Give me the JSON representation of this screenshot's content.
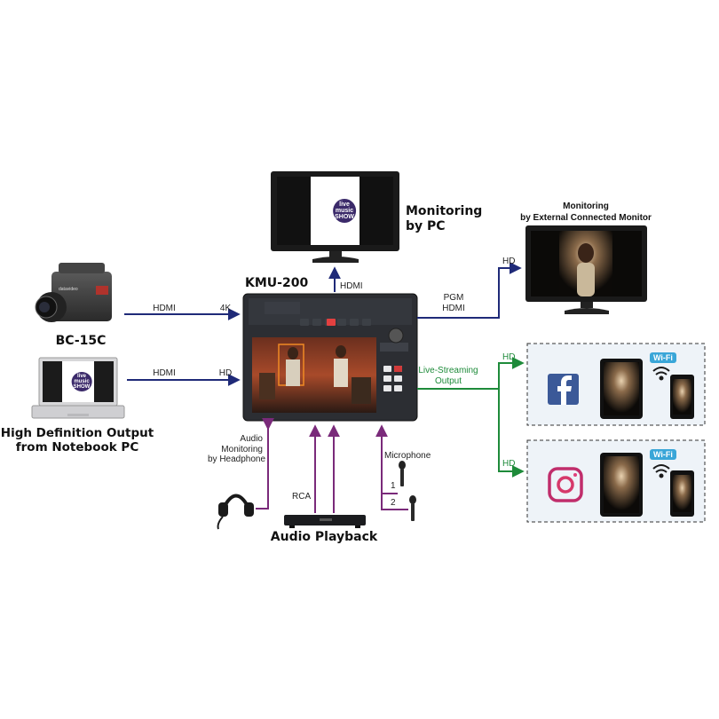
{
  "devices": {
    "main_switcher": "KMU-200",
    "camera": "BC-15C",
    "notebook": "High Definition Output\nfrom Notebook PC",
    "pc_monitor": "Monitoring\nby PC",
    "ext_monitor": "Monitoring\nby External Connected Monitor",
    "audio_playback": "Audio Playback"
  },
  "connections": {
    "camera_hdmi": "HDMI",
    "camera_res": "4K",
    "notebook_hdmi": "HDMI",
    "notebook_res": "HD",
    "pc_hdmi": "HDMI",
    "pgm_hdmi": "PGM\nHDMI",
    "ext_hd": "HD",
    "live_streaming": "Live-Streaming\nOutput",
    "stream_hd_1": "HD",
    "stream_hd_2": "HD",
    "audio_monitoring": "Audio\nMonitoring\nby Headphone",
    "rca": "RCA",
    "microphone": "Microphone",
    "mic_1": "1",
    "mic_2": "2"
  },
  "badges": {
    "wifi_1": "Wi-Fi",
    "wifi_2": "Wi-Fi"
  },
  "screens": {
    "live_music_logo": "live\nmusic\nSHOW"
  },
  "colors": {
    "hdmi_line": "#1f2a78",
    "stream_line": "#1e8b3a",
    "audio_line": "#7a2a7a",
    "facebook": "#3b5998",
    "wifi": "#3aa6d8"
  },
  "icons": {
    "facebook": "facebook-icon",
    "instagram": "instagram-icon",
    "wifi": "wifi-icon",
    "headphone": "headphone-icon",
    "microphone": "microphone-icon"
  }
}
